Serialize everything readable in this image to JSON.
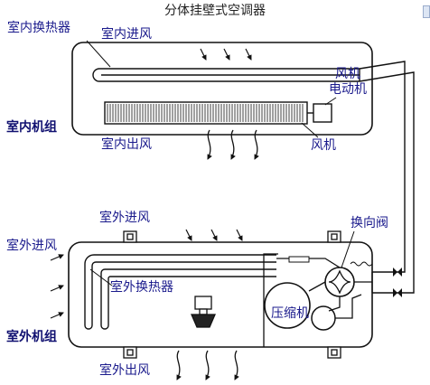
{
  "title": "分体挂壁式空调器",
  "indoor": {
    "heat_exchanger": "室内换热器",
    "air_in": "室内进风",
    "fan_motor": "风机\n电动机",
    "fan": "风机",
    "air_out": "室内出风",
    "unit": "室内机组"
  },
  "outdoor": {
    "air_in_top": "室外进风",
    "air_in_left": "室外进风",
    "reversing_valve": "换向阀",
    "heat_exchanger": "室外换热器",
    "compressor": "压缩机",
    "unit": "室外机组",
    "air_out": "室外出风"
  },
  "colors": {
    "line": "#111111",
    "label": "#1a1a8c",
    "unit_label": "#101070"
  },
  "icons": {
    "page_edge": "scrollbar-tab-icon"
  }
}
